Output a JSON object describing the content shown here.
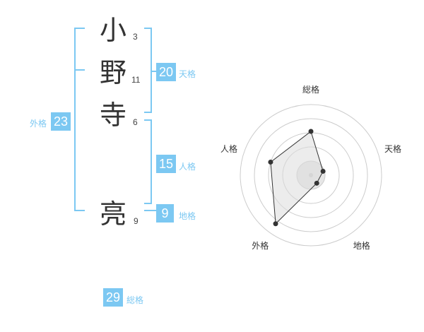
{
  "name": {
    "chars": [
      {
        "char": "小",
        "strokes": "3"
      },
      {
        "char": "野",
        "strokes": "11"
      },
      {
        "char": "寺",
        "strokes": "6"
      },
      {
        "char": "亮",
        "strokes": "9"
      }
    ]
  },
  "kakusu": {
    "gaikaku": {
      "label": "外格",
      "value": "23"
    },
    "tenkaku": {
      "label": "天格",
      "value": "20"
    },
    "jinkaku": {
      "label": "人格",
      "value": "15"
    },
    "chikaku": {
      "label": "地格",
      "value": "9"
    },
    "soukaku": {
      "label": "総格",
      "value": "29"
    }
  },
  "colors": {
    "accent": "#7cc8f2",
    "text": "#333333",
    "ring": "#cccccc",
    "fill": "#eeeeee"
  },
  "chart_data": {
    "type": "radar",
    "axes": [
      "総格",
      "天格",
      "地格",
      "外格",
      "人格"
    ],
    "values": [
      0.62,
      0.18,
      0.14,
      0.85,
      0.6
    ],
    "rings": 5
  }
}
